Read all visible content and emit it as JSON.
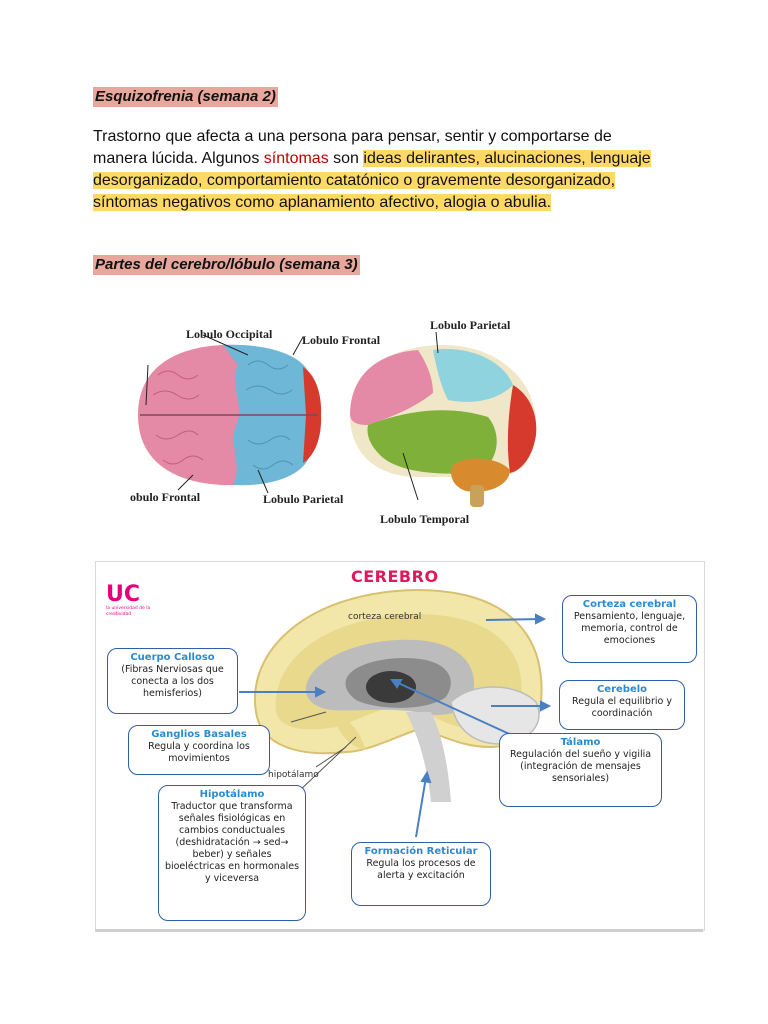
{
  "heading1": "Esquizofrenia (semana 2)",
  "para": {
    "p1": "Trastorno que afecta a una persona para pensar, sentir y comportarse de manera lúcida. Algunos ",
    "p2": "síntomas",
    "p3": " son ",
    "p4": "ideas delirantes, alucinaciones, lenguaje desorganizado, comportamiento catatónico o gravemente desorganizado, síntomas negativos como aplanamiento afectivo, alogia o abulia."
  },
  "heading2": "Partes del cerebro/lóbulo (semana 3)",
  "figure1": {
    "lobulo_occipital": "Lobulo Occipital",
    "lobulo_frontal_top": "Lobulo Frontal",
    "lobulo_parietal_top": "Lobulo Parietal",
    "lobulo_frontal_bottom": "obulo Frontal",
    "lobulo_parietal_bottom": "Lobulo Parietal",
    "lobulo_temporal": "Lobulo Temporal"
  },
  "figure2": {
    "title": "CEREBRO",
    "logo_text": "UC",
    "logo_sub": "la universidad de la creatividad",
    "corteza_label": "corteza cerebral",
    "hipotalamo_label": "hipotálamo",
    "boxes": {
      "corteza": {
        "title": "Corteza cerebral",
        "body": "Pensamiento, lenguaje, memoria, control de emociones"
      },
      "cuerpo": {
        "title": "Cuerpo Calloso",
        "body": "(Fibras Nerviosas que conecta a los dos hemisferios)"
      },
      "cerebelo": {
        "title": "Cerebelo",
        "body": "Regula el equilibrio y coordinación"
      },
      "ganglios": {
        "title": "Ganglios Basales",
        "body": "Regula y coordina los movimientos"
      },
      "talamo": {
        "title": "Tálamo",
        "body": "Regulación del sueño y vigilia (integración de mensajes sensoriales)"
      },
      "hipotalamo": {
        "title": "Hipotálamo",
        "body": "Traductor que transforma señales fisiológicas en cambios conductuales (deshidratación → sed→ beber) y señales bioeléctricas en hormonales y viceversa"
      },
      "formacion": {
        "title": "Formación Reticular",
        "body": "Regula los procesos de alerta y excitación"
      }
    }
  },
  "colors": {
    "heading_bg": "#e7a79d",
    "highlight": "#ffd966",
    "red_text": "#c00000",
    "cerebro_title": "#e0195c",
    "box_border": "#2e5fa7",
    "box_title": "#2a8bd0"
  }
}
